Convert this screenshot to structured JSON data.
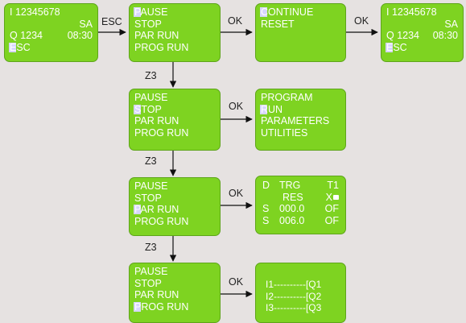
{
  "colors": {
    "screen": "#7ed321",
    "cursor": "#d7d6ff",
    "text": "#ffffff",
    "arrow": "#111111",
    "background": "#e6e2e1"
  },
  "status_screen": {
    "line1": "I 12345678",
    "line2_right": "SA",
    "line3_left": "Q 1234",
    "line3_right": "08:30",
    "line4": "ESC"
  },
  "status_screen_return": {
    "line1": "I 12345678",
    "line2_right": "SA",
    "line3_left": "Q 1234",
    "line3_right": "08:30",
    "line4": "ESC"
  },
  "menu_pause": {
    "items": [
      "PAUSE",
      "STOP",
      "PAR RUN",
      "PROG RUN"
    ]
  },
  "menu_stop": {
    "items": [
      "PAUSE",
      "STOP",
      "PAR RUN",
      "PROG RUN"
    ]
  },
  "menu_parrun": {
    "items": [
      "PAUSE",
      "STOP",
      "PAR RUN",
      "PROG RUN"
    ]
  },
  "menu_progrun": {
    "items": [
      "PAUSE",
      "STOP",
      "PAR RUN",
      "PROG RUN"
    ]
  },
  "continue_menu": {
    "items": [
      "CONTINUE",
      "RESET"
    ]
  },
  "program_menu": {
    "items": [
      "PROGRAM",
      "RUN",
      "PARAMETERS",
      "UTILITIES"
    ]
  },
  "param_screen": {
    "r1_a": "D",
    "r1_b": "TRG",
    "r1_c": "T1",
    "r2_b": "RES",
    "r2_c": "X",
    "r3_a": "S",
    "r3_b": "000.0",
    "r3_c": "OF",
    "r4_a": "S",
    "r4_b": "006.0",
    "r4_c": "OF"
  },
  "io_screen": {
    "lines": [
      "I1----------[Q1",
      "I2----------[Q2",
      "I3----------[Q3"
    ]
  },
  "edge_labels": {
    "esc": "ESC",
    "ok1": "OK",
    "ok2": "OK",
    "ok3": "OK",
    "ok4": "OK",
    "ok5": "OK",
    "z3a": "Z3",
    "z3b": "Z3",
    "z3c": "Z3"
  }
}
